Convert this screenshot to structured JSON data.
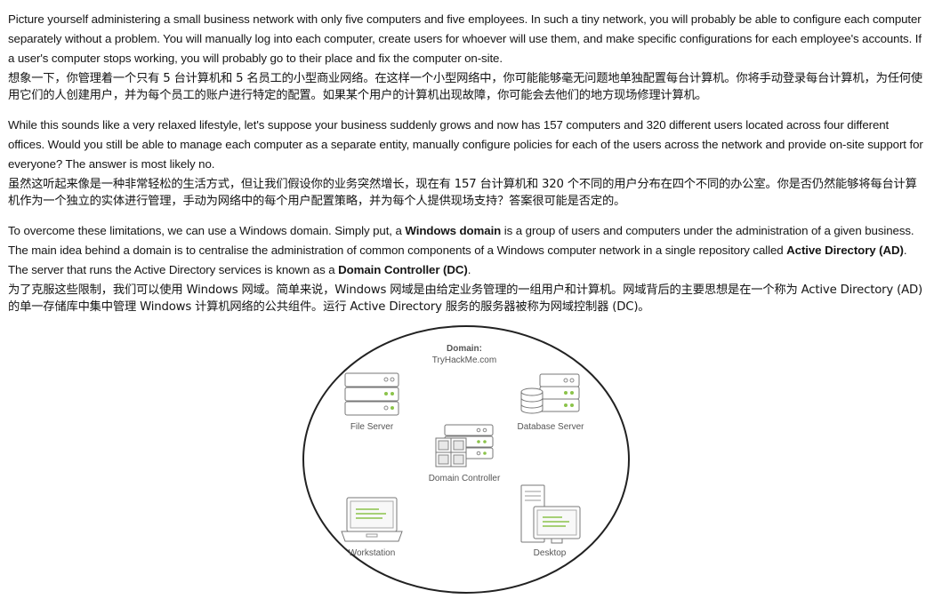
{
  "paragraphs": {
    "p1_en": "Picture yourself administering a small business network with only five computers and five employees. In such a tiny network, you will probably be able to configure each computer separately without a problem. You will manually log into each computer, create users for whoever will use them, and make specific configurations for each employee's accounts. If a user's computer stops working, you will probably go to their place and fix the computer on-site.",
    "p1_zh": "想象一下，你管理着一个只有 5 台计算机和 5 名员工的小型商业网络。在这样一个小型网络中，你可能能够毫无问题地单独配置每台计算机。你将手动登录每台计算机，为任何使用它们的人创建用户，并为每个员工的账户进行特定的配置。如果某个用户的计算机出现故障，你可能会去他们的地方现场修理计算机。",
    "p2_en": "While this sounds like a very relaxed lifestyle, let's suppose your business suddenly grows and now has 157 computers and 320 different users located across four different offices. Would you still be able to manage each computer as a separate entity, manually configure policies for each of the users across the network and provide on-site support for everyone? The answer is most likely no.",
    "p2_zh": "虽然这听起来像是一种非常轻松的生活方式，但让我们假设你的业务突然增长，现在有 157 台计算机和 320 个不同的用户分布在四个不同的办公室。你是否仍然能够将每台计算机作为一个独立的实体进行管理，手动为网络中的每个用户配置策略，并为每个人提供现场支持？答案很可能是否定的。",
    "p3_en_a": "To overcome these limitations, we can use a Windows domain. Simply put, a ",
    "p3_en_b": "Windows domain",
    "p3_en_c": " is a group of users and computers under the administration of a given business. The main idea behind a domain is to centralise the administration of common components of a Windows computer network in a single repository called ",
    "p3_en_d": "Active Directory (AD)",
    "p3_en_e": ". The server that runs the Active Directory services is known as a ",
    "p3_en_f": "Domain Controller (DC)",
    "p3_en_g": ".",
    "p3_zh": "为了克服这些限制，我们可以使用 Windows 网域。简单来说，Windows 网域是由给定业务管理的一组用户和计算机。网域背后的主要思想是在一个称为 Active Directory (AD) 的单一存储库中集中管理 Windows 计算机网络的公共组件。运行 Active Directory 服务的服务器被称为网域控制器 (DC)。"
  },
  "diagram": {
    "domain_title": "Domain:",
    "domain_name": "TryHackMe.com",
    "file_server": "File Server",
    "database_server": "Database Server",
    "domain_controller": "Domain Controller",
    "workstation": "Workstation",
    "desktop": "Desktop",
    "accent_color": "#8bc34a"
  }
}
